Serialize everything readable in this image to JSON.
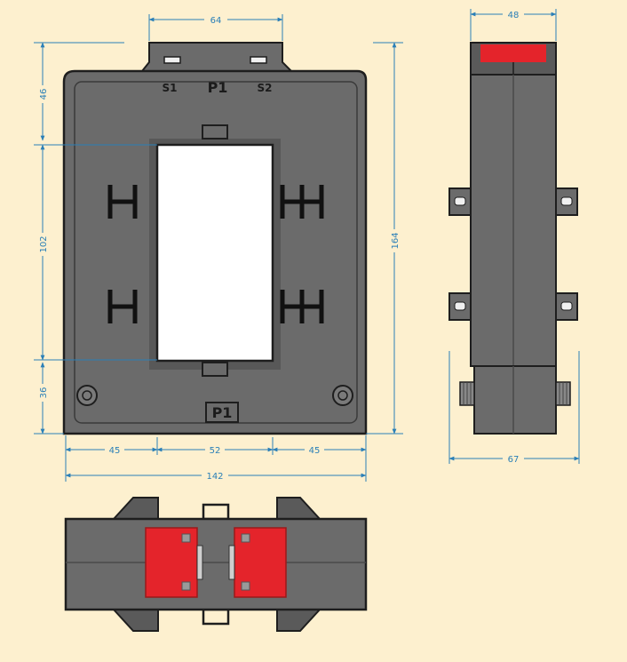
{
  "labels": {
    "terminal_s1": "S1",
    "terminal_s2": "S2",
    "terminal_p1_top": "P1",
    "terminal_p1_bottom": "P1"
  },
  "dimensions": {
    "top_width": "64",
    "top_height": "46",
    "window_height": "102",
    "bottom_height": "36",
    "total_height": "164",
    "left_margin": "45",
    "window_width": "52",
    "right_margin": "45",
    "total_width": "142",
    "side_width": "48",
    "side_depth": "67"
  },
  "colors": {
    "background": "#fdf0cf",
    "body": "#6b6b6b",
    "body_dark": "#4a4a4a",
    "accent_red": "#e4242b",
    "dimension_line": "#2a7fb7"
  }
}
